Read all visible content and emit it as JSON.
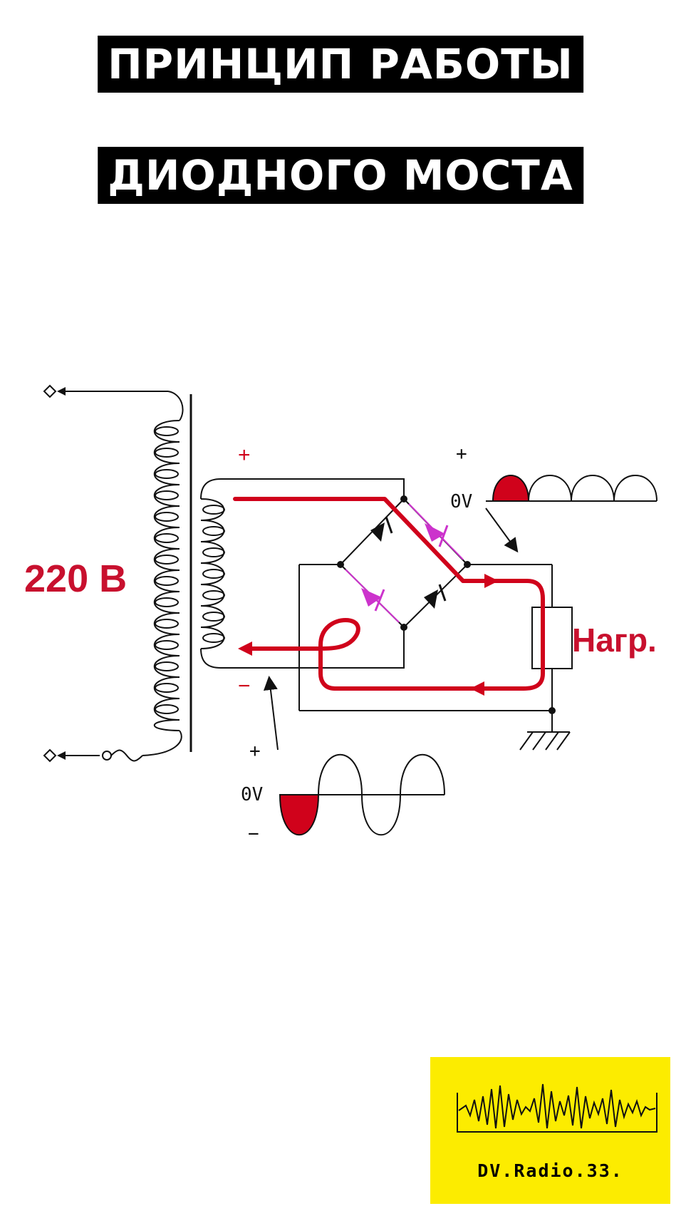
{
  "title": {
    "line1": "ПРИНЦИП РАБОТЫ",
    "line2": "ДИОДНОГО МОСТА"
  },
  "labels": {
    "input_voltage": "220 В",
    "load": "Нагр.",
    "secondary_plus": "+",
    "secondary_minus": "−",
    "output_plus": "+",
    "output_zero": "0V",
    "input_plus": "+",
    "input_zero": "0V",
    "input_minus": "−"
  },
  "colors": {
    "current_path": "#d0021b",
    "conducting_diode": "#cc33cc",
    "wire": "#111111",
    "logo_bg": "#fcec00"
  },
  "logo": {
    "text": "DV.Radio.33."
  }
}
